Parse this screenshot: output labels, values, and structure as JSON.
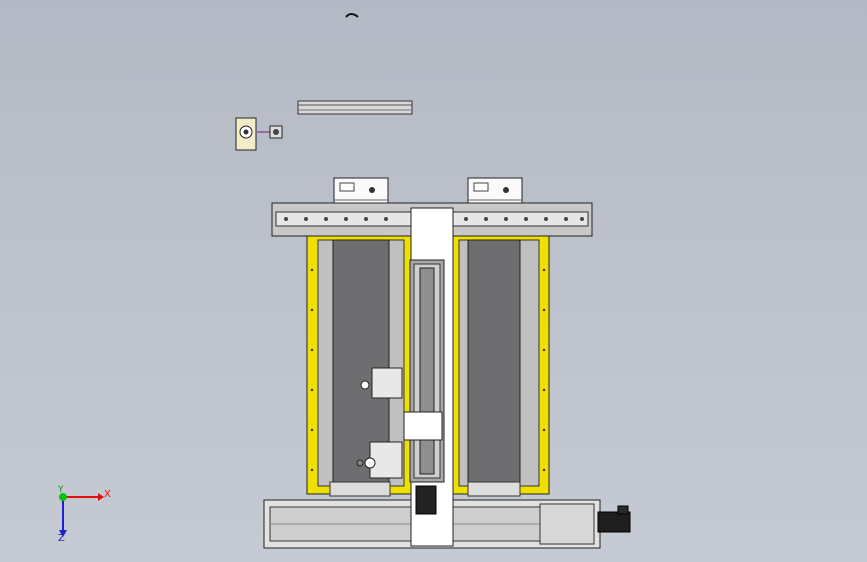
{
  "viewport": {
    "background_top": "#b4bac5",
    "background_bottom": "#c6cad2"
  },
  "colors": {
    "frame_yellow": "#f0e000",
    "belt_gray": "#6e6e70",
    "rail_gray": "#b8b8b8",
    "dark_part": "#2a2a2a",
    "white_part": "#ffffff"
  },
  "triad": {
    "x_label": "X",
    "y_label": "Y",
    "z_label": "Z",
    "x_color": "#e01010",
    "y_color": "#10c010",
    "z_color": "#2020d0"
  },
  "model": {
    "parts": [
      "top-bracket",
      "floating-rail",
      "floating-camera-assembly",
      "top-crossbeam",
      "left-motor-block",
      "right-motor-block",
      "left-conveyor-frame",
      "right-conveyor-frame",
      "central-vertical-plate",
      "vertical-linear-axis",
      "gripper-assembly",
      "base-linear-module",
      "servo-motor"
    ]
  }
}
